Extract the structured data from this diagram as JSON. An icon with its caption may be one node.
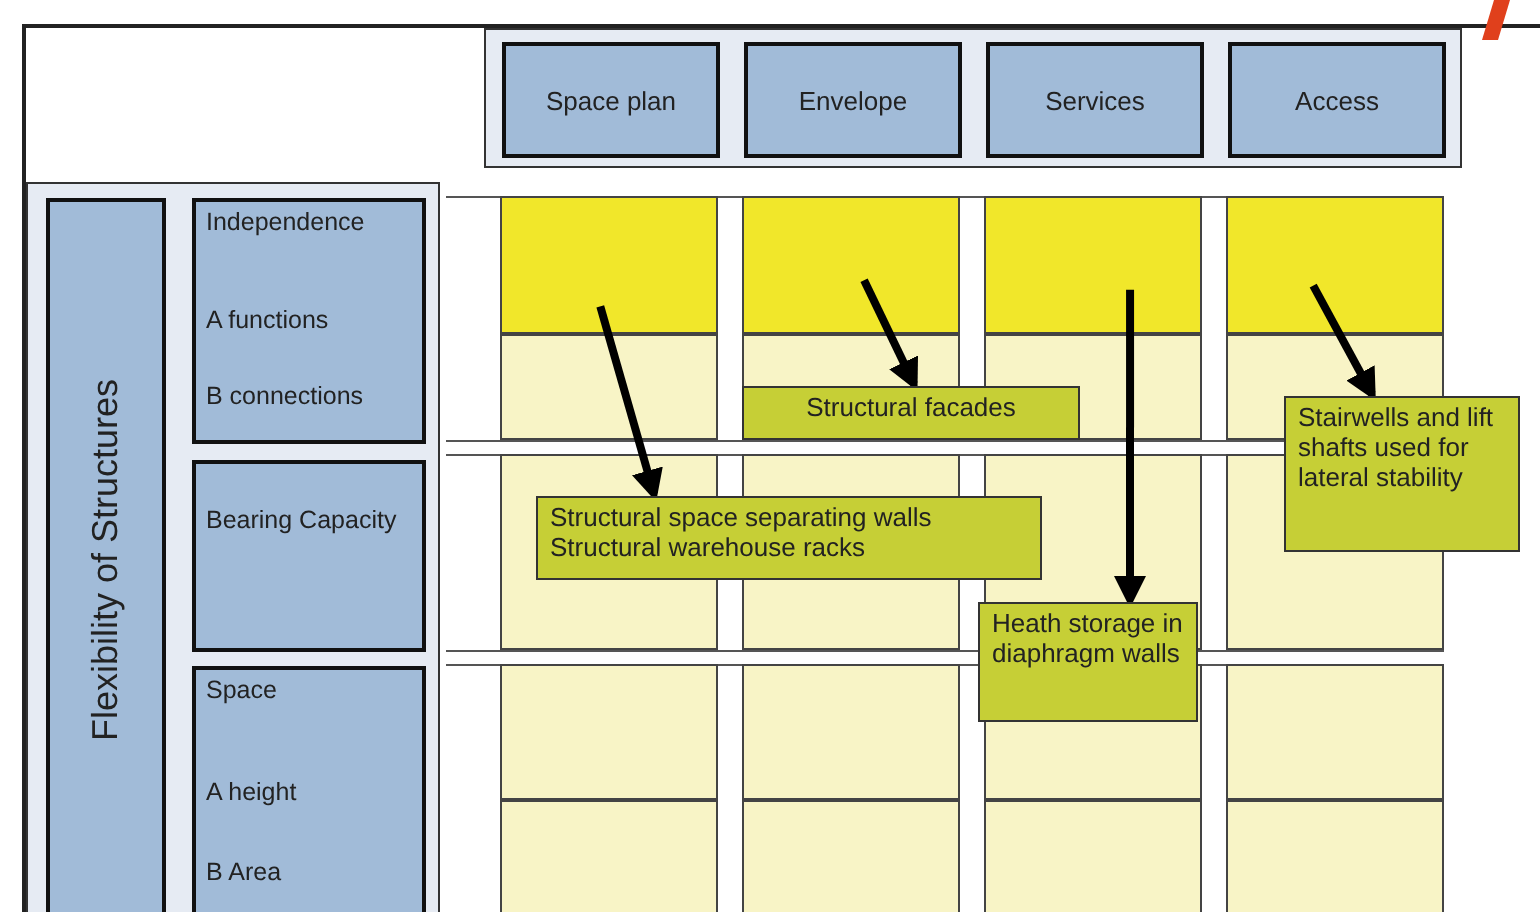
{
  "diagram": {
    "nodes": [
      {
        "text": [],
        "shape": "box"
      },
      {
        "text": [
          "Space plan"
        ],
        "in": 0
      },
      {
        "text": [
          "Envelope"
        ],
        "in": 0
      },
      {
        "text": [
          "Services"
        ],
        "in": 0
      },
      {
        "text": [
          "Access"
        ],
        "in": 0
      },
      {
        "text": [],
        "shape": "box"
      },
      {
        "text": [
          "Flexibility of Structures"
        ],
        "in": 5
      },
      {
        "text": [
          "Independence",
          "A functions",
          "B connections"
        ],
        "in": 5
      },
      {
        "text": [
          "Bearing Capacity"
        ],
        "in": 5
      },
      {
        "text": [
          "Space",
          "A height",
          "B Area"
        ],
        "in": 5
      },
      {
        "text": [],
        "shape": "box"
      },
      {
        "text": [],
        "shape": "box"
      },
      {
        "text": [],
        "shape": "box"
      },
      {
        "text": [],
        "shape": "box"
      },
      {
        "text": [
          "Structural facades"
        ]
      },
      {
        "text": [
          "Stairwells and lift shafts used for lateral stability"
        ]
      },
      {
        "text": [
          "Structural space separating walls",
          "Structural warehouse racks"
        ]
      },
      {
        "text": [
          "Heath storage in diaphragm walls"
        ]
      }
    ],
    "edges": [
      {
        "from": 10,
        "to": 16,
        "arrow": "to"
      },
      {
        "from": 11,
        "to": 14,
        "arrow": "to"
      },
      {
        "from": 12,
        "to": 17,
        "arrow": "to"
      },
      {
        "from": 13,
        "to": 15,
        "arrow": "to"
      }
    ]
  }
}
